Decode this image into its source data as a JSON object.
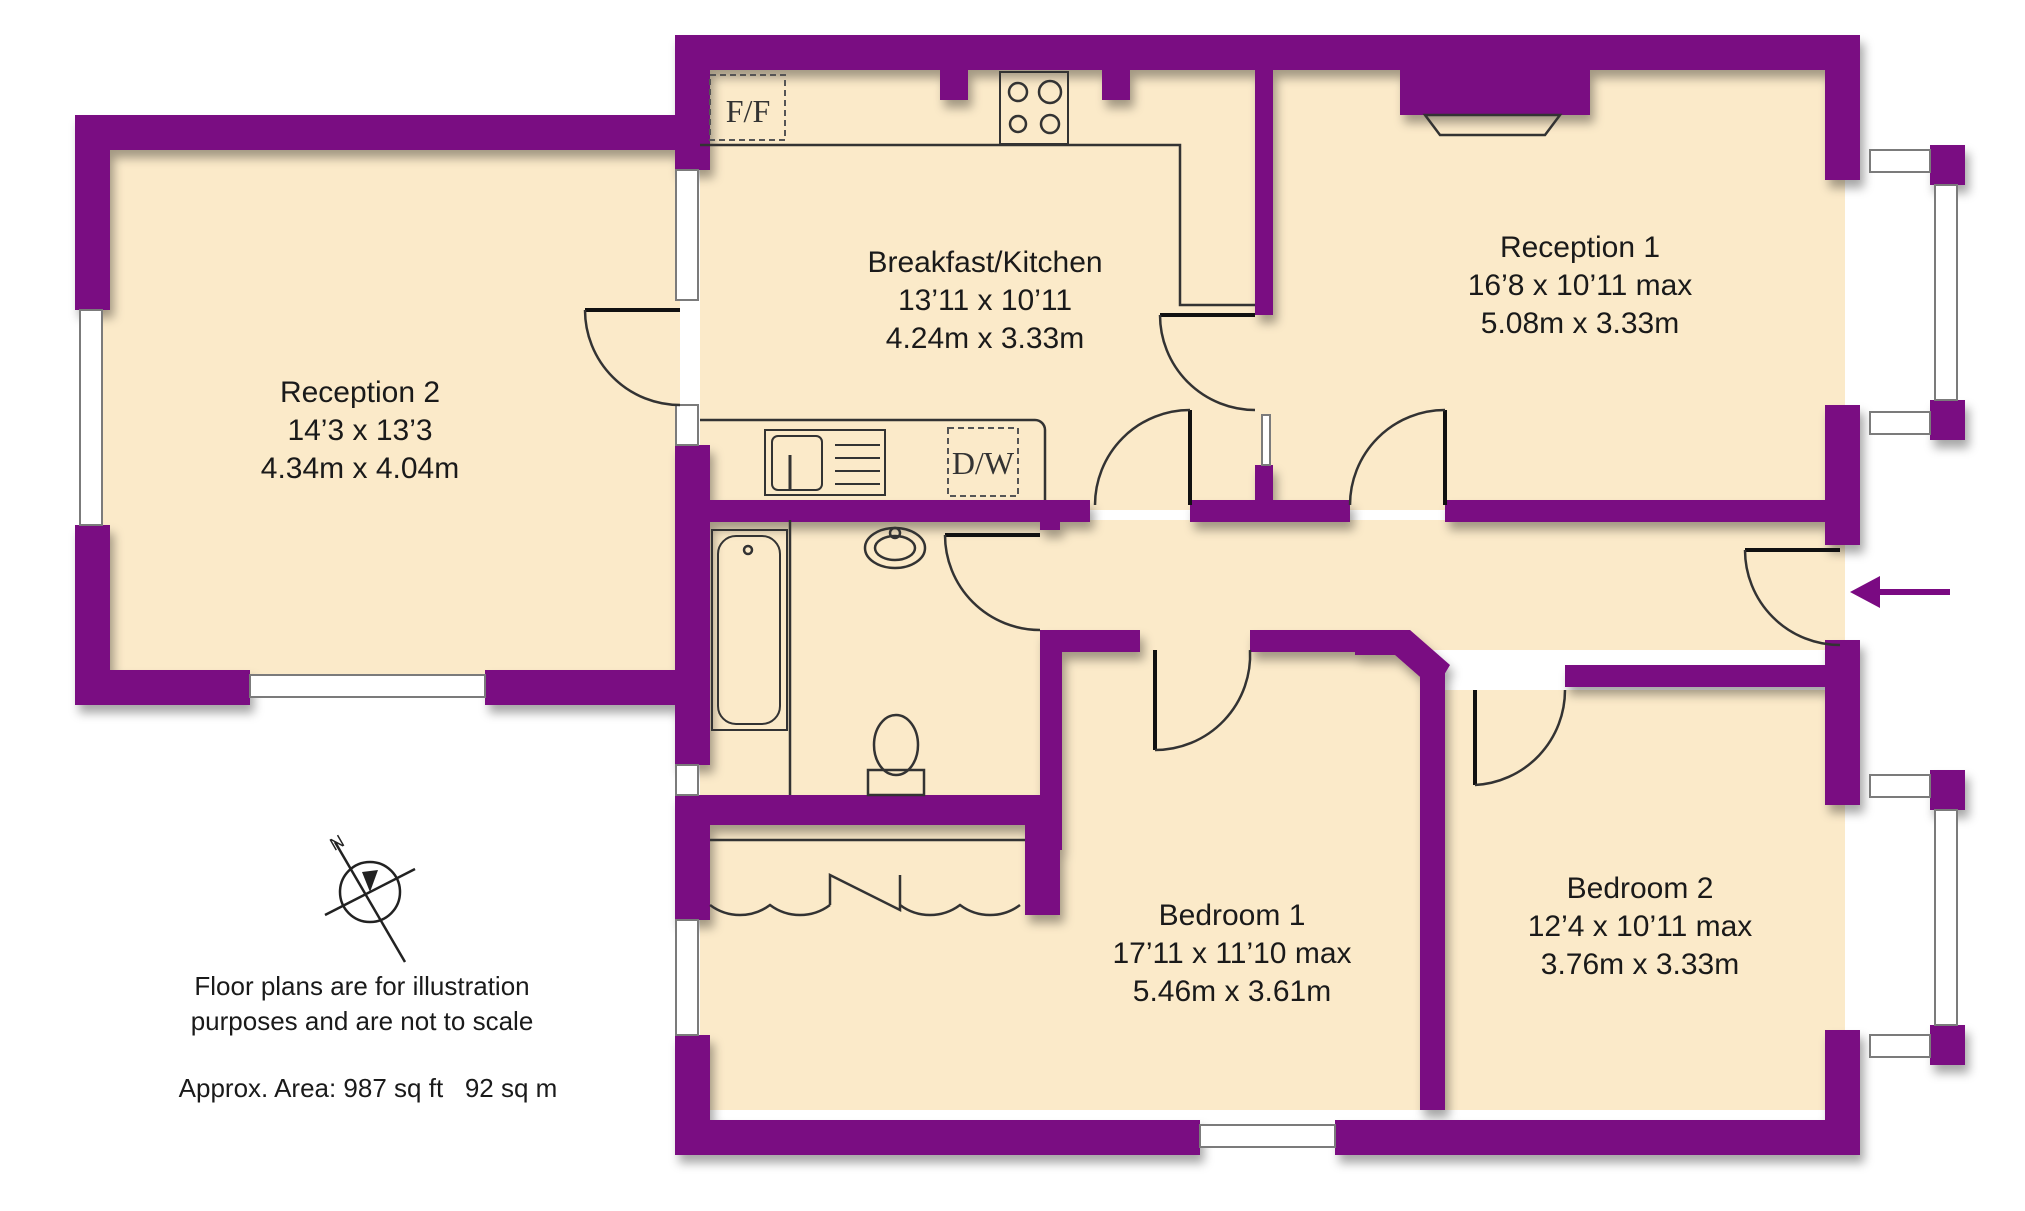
{
  "colors": {
    "wall": "#7a0a82",
    "floor": "#fbeac9",
    "background": "#ffffff",
    "text": "#1a1a1a"
  },
  "rooms": {
    "reception2": {
      "name": "Reception 2",
      "imperial": "14’3 x 13’3",
      "metric": "4.34m x 4.04m"
    },
    "kitchen": {
      "name": "Breakfast/Kitchen",
      "imperial": "13’11 x 10’11",
      "metric": "4.24m x 3.33m"
    },
    "reception1": {
      "name": "Reception 1",
      "imperial": "16’8 x 10’11 max",
      "metric": "5.08m x 3.33m"
    },
    "bedroom1": {
      "name": "Bedroom 1",
      "imperial": "17’11 x 11’10 max",
      "metric": "5.46m x 3.61m"
    },
    "bedroom2": {
      "name": "Bedroom 2",
      "imperial": "12’4 x 10’11 max",
      "metric": "3.76m x 3.33m"
    }
  },
  "fixtures": {
    "fridge_freezer": "F/F",
    "dishwasher": "D/W"
  },
  "compass": {
    "north_label": "N",
    "icon": "compass-icon"
  },
  "notes": {
    "disclaimer_line1": "Floor plans are for illustration",
    "disclaimer_line2": "purposes and are not to scale",
    "area": "Approx. Area: 987 sq ft   92 sq m"
  },
  "entrance": {
    "icon": "arrow-left-icon"
  }
}
